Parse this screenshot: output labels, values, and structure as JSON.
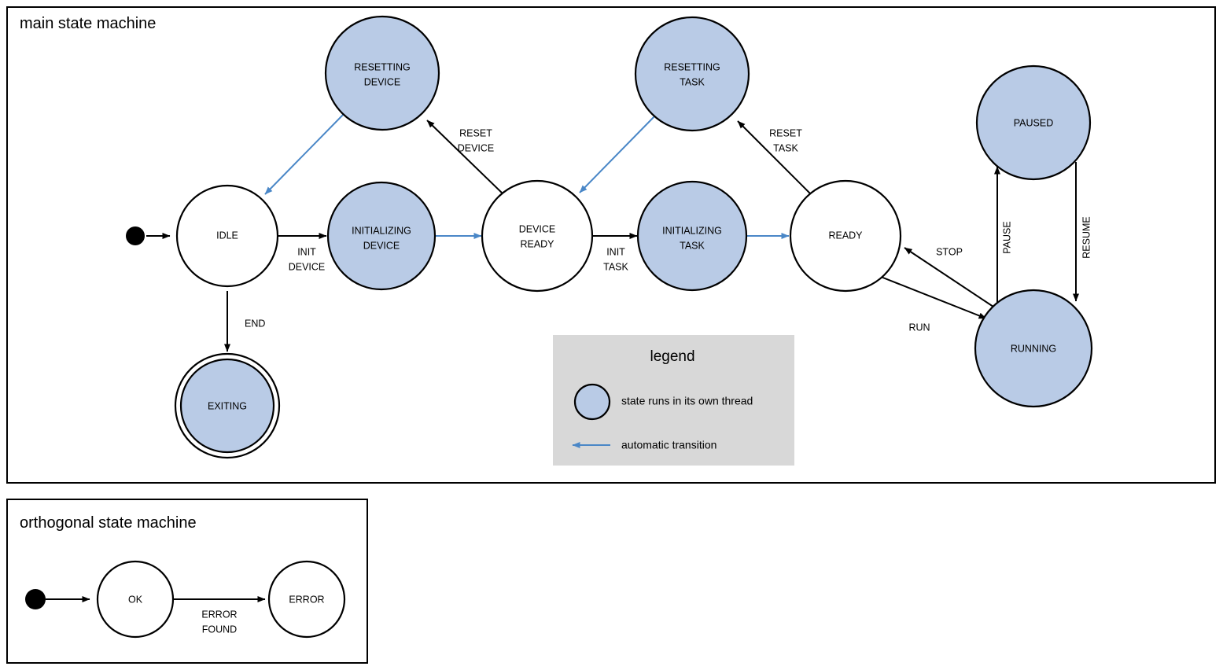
{
  "colors": {
    "thread_state_fill": "#b9cbe6",
    "plain_state_fill": "#ffffff",
    "stroke": "#000000",
    "auto_transition": "#4a87c7",
    "legend_bg": "#d8d8d8",
    "page_bg": "#ffffff"
  },
  "main_frame": {
    "title": "main state machine"
  },
  "orthogonal_frame": {
    "title": "orthogonal state machine"
  },
  "states": {
    "idle": "IDLE",
    "initializing_device": {
      "line1": "INITIALIZING",
      "line2": "DEVICE"
    },
    "resetting_device": {
      "line1": "RESETTING",
      "line2": "DEVICE"
    },
    "device_ready": {
      "line1": "DEVICE",
      "line2": "READY"
    },
    "initializing_task": {
      "line1": "INITIALIZING",
      "line2": "TASK"
    },
    "resetting_task": {
      "line1": "RESETTING",
      "line2": "TASK"
    },
    "ready": "READY",
    "paused": "PAUSED",
    "running": "RUNNING",
    "exiting": "EXITING",
    "ok": "OK",
    "error": "ERROR"
  },
  "transitions": {
    "init_device": {
      "line1": "INIT",
      "line2": "DEVICE"
    },
    "reset_device": {
      "line1": "RESET",
      "line2": "DEVICE"
    },
    "init_task": {
      "line1": "INIT",
      "line2": "TASK"
    },
    "reset_task": {
      "line1": "RESET",
      "line2": "TASK"
    },
    "end": "END",
    "stop": "STOP",
    "run": "RUN",
    "pause": "PAUSE",
    "resume": "RESUME",
    "error_found": {
      "line1": "ERROR",
      "line2": "FOUND"
    }
  },
  "legend": {
    "title": "legend",
    "thread_text": "state runs in its own thread",
    "auto_text": "automatic transition"
  }
}
